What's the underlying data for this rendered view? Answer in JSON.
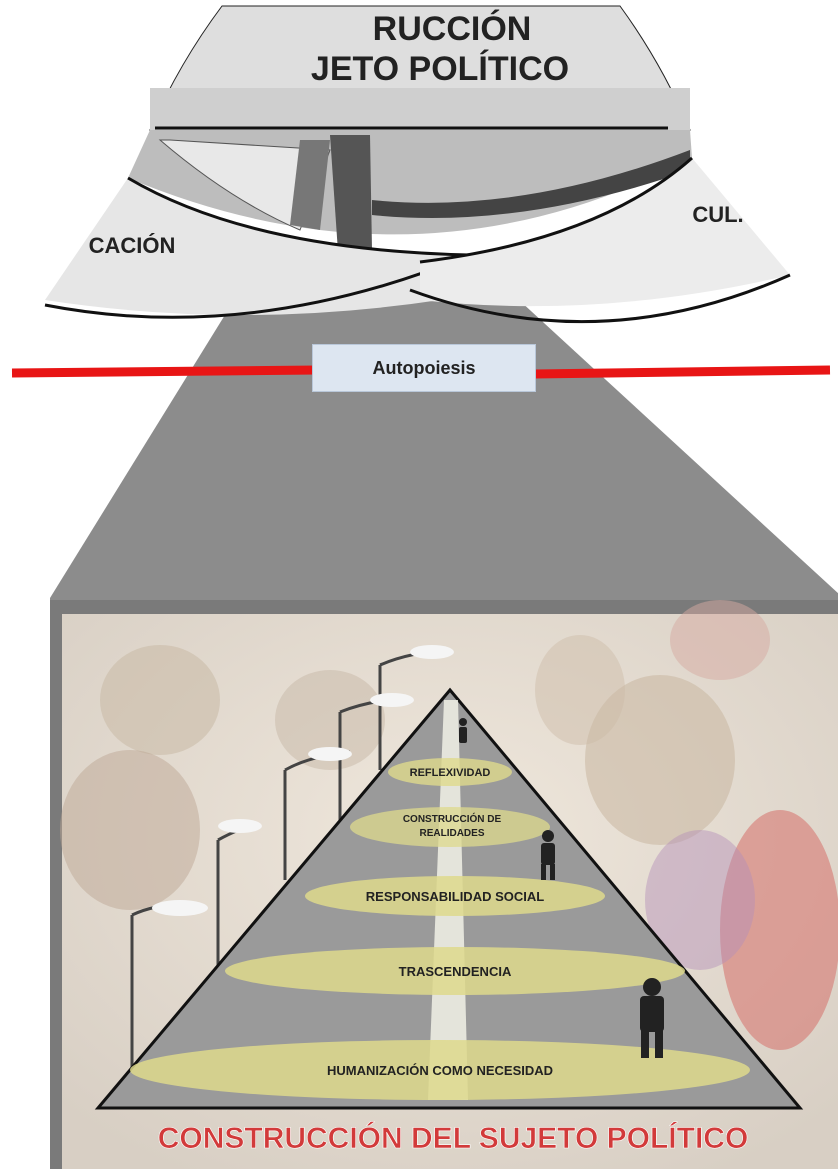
{
  "top": {
    "title_line1": "RUCCIÓN",
    "title_line2": "JETO POLÍTICO",
    "left_label": "CACIÓN",
    "right_label": "CUL."
  },
  "bridge_label": "Autopoiesis",
  "pyramid": {
    "levels": [
      "REFLEXIVIDAD",
      "CONSTRUCCIÓN DE",
      "REALIDADES",
      "RESPONSABILIDAD SOCIAL",
      "TRASCENDENCIA",
      "HUMANIZACIÓN COMO NECESIDAD"
    ]
  },
  "bottom_title": "CONSTRUCCIÓN DEL SUJETO POLÍTICO",
  "colors": {
    "red_line": "#e81515",
    "funnel_gray": "#8c8c8c",
    "bottom_title": "#d23a3a",
    "level_ellipse": "#ded98c",
    "road": "#9a9a9a"
  }
}
